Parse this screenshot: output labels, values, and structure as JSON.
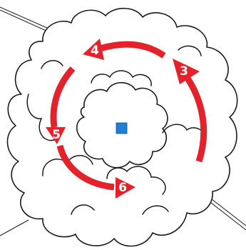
{
  "diagram": {
    "steps": [
      {
        "label": "3"
      },
      {
        "label": "4"
      },
      {
        "label": "5"
      },
      {
        "label": "6"
      }
    ]
  },
  "colors": {
    "arrow": "#e3222b",
    "outline": "#1a1a1a",
    "marker": "#1f7fd6",
    "background": "#ffffff"
  }
}
